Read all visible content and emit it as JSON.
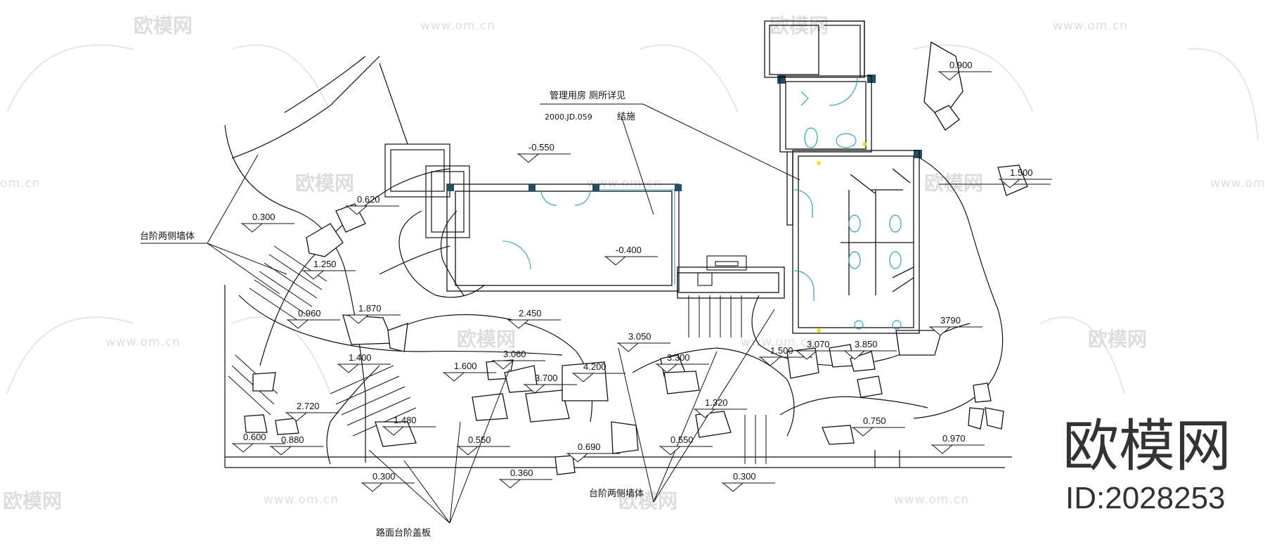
{
  "annotations": {
    "admin_room": "管理用房 厕所详见",
    "code": "2000.JD.059",
    "structure": "结施",
    "steps_wall_left": "台阶两侧墙体",
    "steps_wall_bottom": "台阶两侧墙体",
    "road_cover": "路面台阶盖板"
  },
  "elevations": [
    "-0.550",
    "-0.400",
    "0.620",
    "0.300",
    "1.250",
    "0.960",
    "1.870",
    "1.400",
    "2.450",
    "3.050",
    "3.060",
    "1.600",
    "3.700",
    "4.200",
    "3.300",
    "1.500",
    "3.070",
    "3.850",
    "3790",
    "0.900",
    "1.500",
    "2.720",
    "0.600",
    "0.880",
    "1.480",
    "0.550",
    "0.690",
    "0.550",
    "1.320",
    "0.750",
    "0.970",
    "0.300",
    "0.360",
    "0.300"
  ],
  "watermark": {
    "brand": "欧模网",
    "url": "www.om.cn",
    "url_alt": "om.cn",
    "id_label": "ID:2028253"
  },
  "colors": {
    "line": "#111111",
    "wall_fill": "#1f4f63",
    "fixture": "#2aa7b8",
    "light": "#f2e600",
    "watermark": "#dddddd"
  }
}
